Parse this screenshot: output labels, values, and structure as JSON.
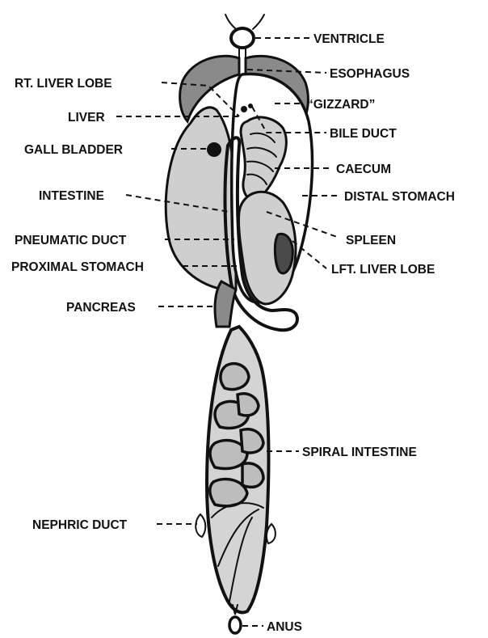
{
  "labels": {
    "ventricle": "VENTRICLE",
    "esophagus": "ESOPHAGUS",
    "rt_liver_lobe": "RT. LIVER LOBE",
    "gizzard": "“GIZZARD”",
    "liver": "LIVER",
    "bile_duct": "BILE DUCT",
    "gall_bladder": "GALL BLADDER",
    "caecum": "CAECUM",
    "intestine": "INTESTINE",
    "distal_stomach": "DISTAL STOMACH",
    "spleen": "SPLEEN",
    "pneumatic_duct": "PNEUMATIC DUCT",
    "lft_liver_lobe": "LFT. LIVER LOBE",
    "proximal_stomach": "PROXIMAL STOMACH",
    "pancreas": "PANCREAS",
    "spiral_intestine": "SPIRAL INTESTINE",
    "nephric_duct": "NEPHRIC DUCT",
    "anus": "ANUS"
  },
  "colors": {
    "ink": "#111111",
    "liver_fill": "#8a8a8a",
    "stipple_fill": "#cfcfcf",
    "background": "#ffffff"
  }
}
